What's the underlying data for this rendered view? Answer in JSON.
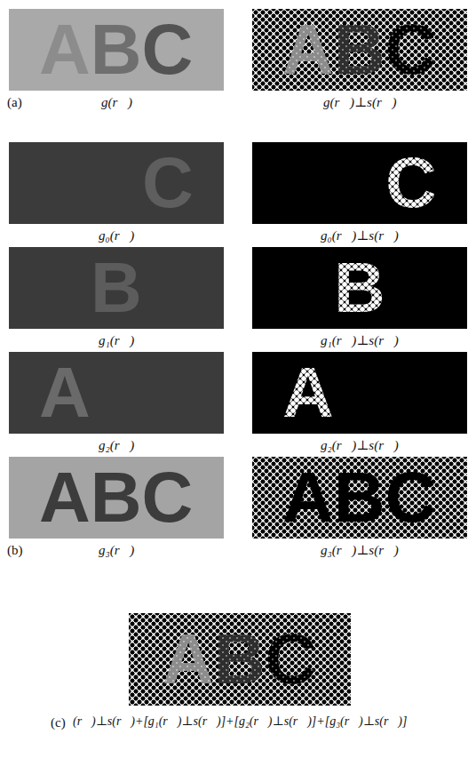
{
  "diagram": {
    "nodes": [
      {
        "text": [
          "ABC"
        ]
      },
      {
        "text": [
          "ABC"
        ]
      },
      {
        "text": [
          "C"
        ]
      },
      {
        "text": [
          "C"
        ]
      },
      {
        "text": [
          "B"
        ]
      },
      {
        "text": [
          "B"
        ]
      },
      {
        "text": [
          "A"
        ]
      },
      {
        "text": [
          "A"
        ]
      },
      {
        "text": [
          "ABC"
        ]
      },
      {
        "text": [
          "ABC"
        ]
      },
      {
        "text": [
          "ABC"
        ]
      }
    ],
    "labels": [
      "(a)",
      "g(r⃗)",
      "g(r⃗)⊥s(r⃗)",
      "g₀(r⃗)",
      "g₀(r⃗)⊥s(r⃗)",
      "g₁(r⃗)",
      "g₁(r⃗)⊥s(r⃗)",
      "g₂(r⃗)",
      "g₂(r⃗)⊥s(r⃗)",
      "(b)",
      "g₃(r⃗)",
      "g₃(r⃗)⊥s(r⃗)",
      "(c)",
      "(r⃗)⊥s(r⃗)+[g₁(r⃗)⊥s(r⃗)]+[g₂(r⃗)⊥s(r⃗)]+[g₃(r⃗)⊥s(r⃗)]"
    ]
  }
}
